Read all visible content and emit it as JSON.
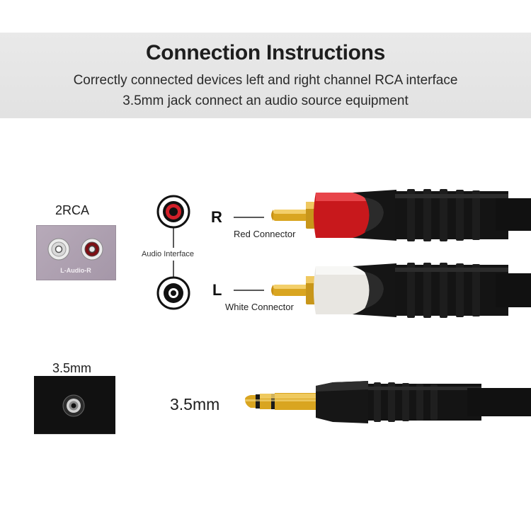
{
  "header": {
    "title": "Connection Instructions",
    "line1": "Correctly connected devices left and right channel RCA interface",
    "line2": "3.5mm jack connect an audio source equipment"
  },
  "rca_section": {
    "label": "2RCA",
    "panel_label": "L-Audio-R",
    "audio_interface_label": "Audio Interface",
    "right": {
      "letter": "R",
      "connector_label": "Red Connector"
    },
    "left": {
      "letter": "L",
      "connector_label": "White Connector"
    }
  },
  "jack_section": {
    "label": "3.5mm",
    "plug_label": "3.5mm"
  },
  "colors": {
    "red_connector": "#c8181c",
    "white_connector": "#e8e6e1",
    "gold_pin": "#d9a520",
    "cable": "#121212",
    "header_band": "#e6e6e6"
  }
}
